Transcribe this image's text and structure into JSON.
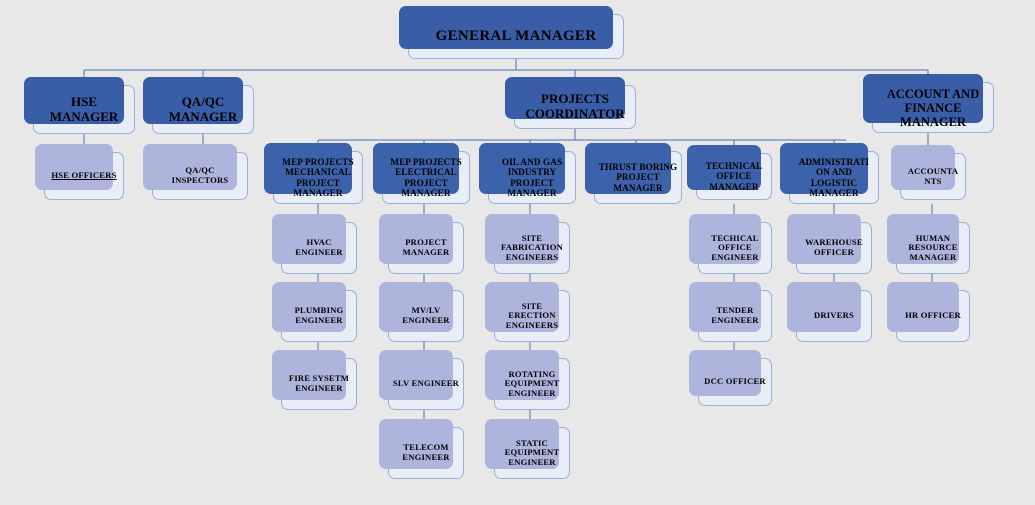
{
  "meta": {
    "title": "Company Organizational Chart",
    "background_color": "#e8e8e8",
    "box_fill_color": "#e9edf5",
    "box_border_color": "#9bb0d8",
    "shadow_top_color": "#3a5da8",
    "shadow_sub_color": "#aeb5dd",
    "connector_color": "#4a6fb5",
    "text_color": "#000000"
  },
  "chart_data": {
    "type": "diagram",
    "diagram_kind": "organizational-chart",
    "orientation": "top-down",
    "levels": 7,
    "node_count": 30
  },
  "nodes": {
    "general_manager": "GENERAL MANAGER",
    "hse_manager": "HSE MANAGER",
    "hse_officers": "HSE OFFICERS",
    "qaqc_manager": "QA/QC MANAGER",
    "qaqc_inspectors": "QA/QC INSPECTORS",
    "projects_coordinator": "PROJECTS COORDINATOR",
    "account_finance_manager": "ACCOUNT AND FINANCE MANAGER",
    "mep_mechanical_pm": "MEP PROJECTS MECHANICAL PROJECT MANAGER",
    "hvac_engineer": "HVAC ENGINEER",
    "plumbing_engineer": "PLUMBING ENGINEER",
    "fire_system_engineer": "FIRE SYSETM ENGINEER",
    "mep_electrical_pm": "MEP PROJECTS ELECTRICAL PROJECT MANAGER",
    "project_manager": "PROJECT MANAGER",
    "mvlv_engineer": "MV/LV ENGINEER",
    "slv_engineer": "SLV ENGINEER",
    "telecom_engineer": "TELECOM ENGINEER",
    "oil_gas_pm": "OIL AND GAS INDUSTRY PROJECT MANAGER",
    "site_fabrication_engineers": "SITE FABRICATION ENGINEERS",
    "site_erection_engineers": "SITE ERECTION ENGINEERS",
    "rotating_equipment_engineer": "ROTATING EQUIPMENT ENGINEER",
    "static_equipment_engineer": "STATIC EQUIPMENT ENGINEER",
    "thrust_boring_pm": "THRUST BORING PROJECT MANAGER",
    "technical_office_manager": "TECHNICAL OFFICE MANAGER",
    "technical_office_engineer": "TECHICAL OFFICE ENGINEER",
    "tender_engineer": "TENDER ENGINEER",
    "dcc_officer": "DCC OFFICER",
    "admin_logistic_manager": "ADMINISTRATION AND LOGISTIC MANAGER",
    "warehouse_officer": "WAREHOUSE OFFICER",
    "drivers": "DRIVERS",
    "accountants": "ACCOUNTANTS",
    "human_resource_manager": "HUMAN RESOURCE MANAGER",
    "hr_officer": "HR OFFICER"
  },
  "wrapped_labels": {
    "accountants_line1": "ACCOUNTA",
    "accountants_line2": "NTS",
    "admin_line1": "ADMINISTRATI",
    "admin_line2": "ON AND",
    "admin_line3": "LOGISTIC",
    "admin_line4": "MANAGER"
  }
}
